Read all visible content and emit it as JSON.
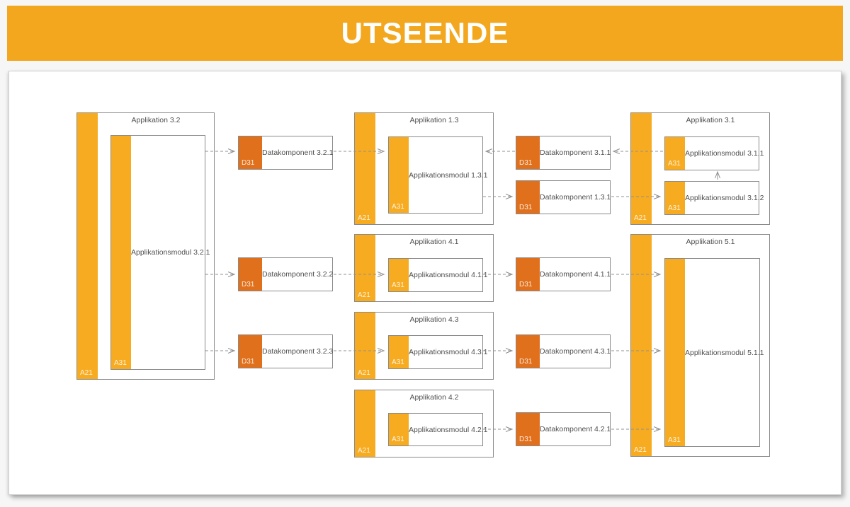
{
  "header": {
    "title": "UTSEENDE"
  },
  "colors": {
    "header_bg": "#F2A71E",
    "application_strip": "#F7AB21",
    "data_component_strip": "#E0701C",
    "box_border": "#8A8A8A",
    "connector": "#909090",
    "label_text": "#4F4F4F"
  },
  "applications": {
    "app_3_2": {
      "title": "Applikation 3.2",
      "badge": "A21",
      "module": {
        "label": "Applikationsmodul 3.2.1",
        "badge": "A31"
      }
    },
    "app_1_3": {
      "title": "Applikation 1.3",
      "badge": "A21",
      "module": {
        "label": "Applikationsmodul 1.3.1",
        "badge": "A31"
      }
    },
    "app_3_1": {
      "title": "Applikation 3.1",
      "badge": "A21",
      "module1": {
        "label": "Applikationsmodul 3.1.1",
        "badge": "A31"
      },
      "module2": {
        "label": "Applikationsmodul 3.1.2",
        "badge": "A31"
      }
    },
    "app_4_1": {
      "title": "Applikation 4.1",
      "badge": "A21",
      "module": {
        "label": "Applikationsmodul 4.1.1",
        "badge": "A31"
      }
    },
    "app_5_1": {
      "title": "Applikation 5.1",
      "badge": "A21",
      "module": {
        "label": "Applikationsmodul 5.1.1",
        "badge": "A31"
      }
    },
    "app_4_3": {
      "title": "Applikation 4.3",
      "badge": "A21",
      "module": {
        "label": "Applikationsmodul 4.3.1",
        "badge": "A31"
      }
    },
    "app_4_2": {
      "title": "Applikation 4.2",
      "badge": "A21",
      "module": {
        "label": "Applikationsmodul 4.2.1",
        "badge": "A31"
      }
    }
  },
  "data_components": {
    "dk_3_2_1": {
      "label": "Datakomponent 3.2.1",
      "badge": "D31"
    },
    "dk_3_2_2": {
      "label": "Datakomponent 3.2.2",
      "badge": "D31"
    },
    "dk_3_2_3": {
      "label": "Datakomponent 3.2.3",
      "badge": "D31"
    },
    "dk_3_1_1": {
      "label": "Datakomponent 3.1.1",
      "badge": "D31"
    },
    "dk_1_3_1": {
      "label": "Datakomponent 1.3.1",
      "badge": "D31"
    },
    "dk_4_1_1": {
      "label": "Datakomponent 4.1.1",
      "badge": "D31"
    },
    "dk_4_3_1": {
      "label": "Datakomponent 4.3.1",
      "badge": "D31"
    },
    "dk_4_2_1": {
      "label": "Datakomponent 4.2.1",
      "badge": "D31"
    }
  },
  "connections": [
    {
      "from": "Applikationsmodul 3.2.1",
      "to": "Datakomponent 3.2.1",
      "line": "dashed",
      "arrow": "open"
    },
    {
      "from": "Datakomponent 3.2.1",
      "to": "Applikationsmodul 1.3.1",
      "line": "dashed",
      "arrow": "open"
    },
    {
      "from": "Applikationsmodul 3.1.1",
      "to": "Datakomponent 3.1.1",
      "line": "dashed",
      "arrow": "open"
    },
    {
      "from": "Datakomponent 3.1.1",
      "to": "Applikationsmodul 1.3.1",
      "line": "dashed",
      "arrow": "open"
    },
    {
      "from": "Applikationsmodul 1.3.1",
      "to": "Datakomponent 1.3.1",
      "line": "dashed",
      "arrow": "open"
    },
    {
      "from": "Datakomponent 1.3.1",
      "to": "Applikationsmodul 3.1.2",
      "line": "dashed",
      "arrow": "open"
    },
    {
      "from": "Applikationsmodul 3.1.2",
      "to": "Applikationsmodul 3.1.1",
      "line": "solid",
      "arrow": "open"
    },
    {
      "from": "Applikationsmodul 3.2.1",
      "to": "Datakomponent 3.2.2",
      "line": "dashed",
      "arrow": "open"
    },
    {
      "from": "Datakomponent 3.2.2",
      "to": "Applikationsmodul 4.1.1",
      "line": "dashed",
      "arrow": "open"
    },
    {
      "from": "Applikationsmodul 4.1.1",
      "to": "Datakomponent 4.1.1",
      "line": "dashed",
      "arrow": "open"
    },
    {
      "from": "Datakomponent 4.1.1",
      "to": "Applikationsmodul 5.1.1",
      "line": "dashed",
      "arrow": "open"
    },
    {
      "from": "Applikationsmodul 3.2.1",
      "to": "Datakomponent 3.2.3",
      "line": "dashed",
      "arrow": "open"
    },
    {
      "from": "Datakomponent 3.2.3",
      "to": "Applikationsmodul 4.3.1",
      "line": "dashed",
      "arrow": "open"
    },
    {
      "from": "Applikationsmodul 4.3.1",
      "to": "Datakomponent 4.3.1",
      "line": "dashed",
      "arrow": "open"
    },
    {
      "from": "Datakomponent 4.3.1",
      "to": "Applikationsmodul 5.1.1",
      "line": "dashed",
      "arrow": "open"
    },
    {
      "from": "Applikationsmodul 4.2.1",
      "to": "Datakomponent 4.2.1",
      "line": "dashed",
      "arrow": "open"
    },
    {
      "from": "Datakomponent 4.2.1",
      "to": "Applikationsmodul 5.1.1",
      "line": "dashed",
      "arrow": "open"
    }
  ]
}
